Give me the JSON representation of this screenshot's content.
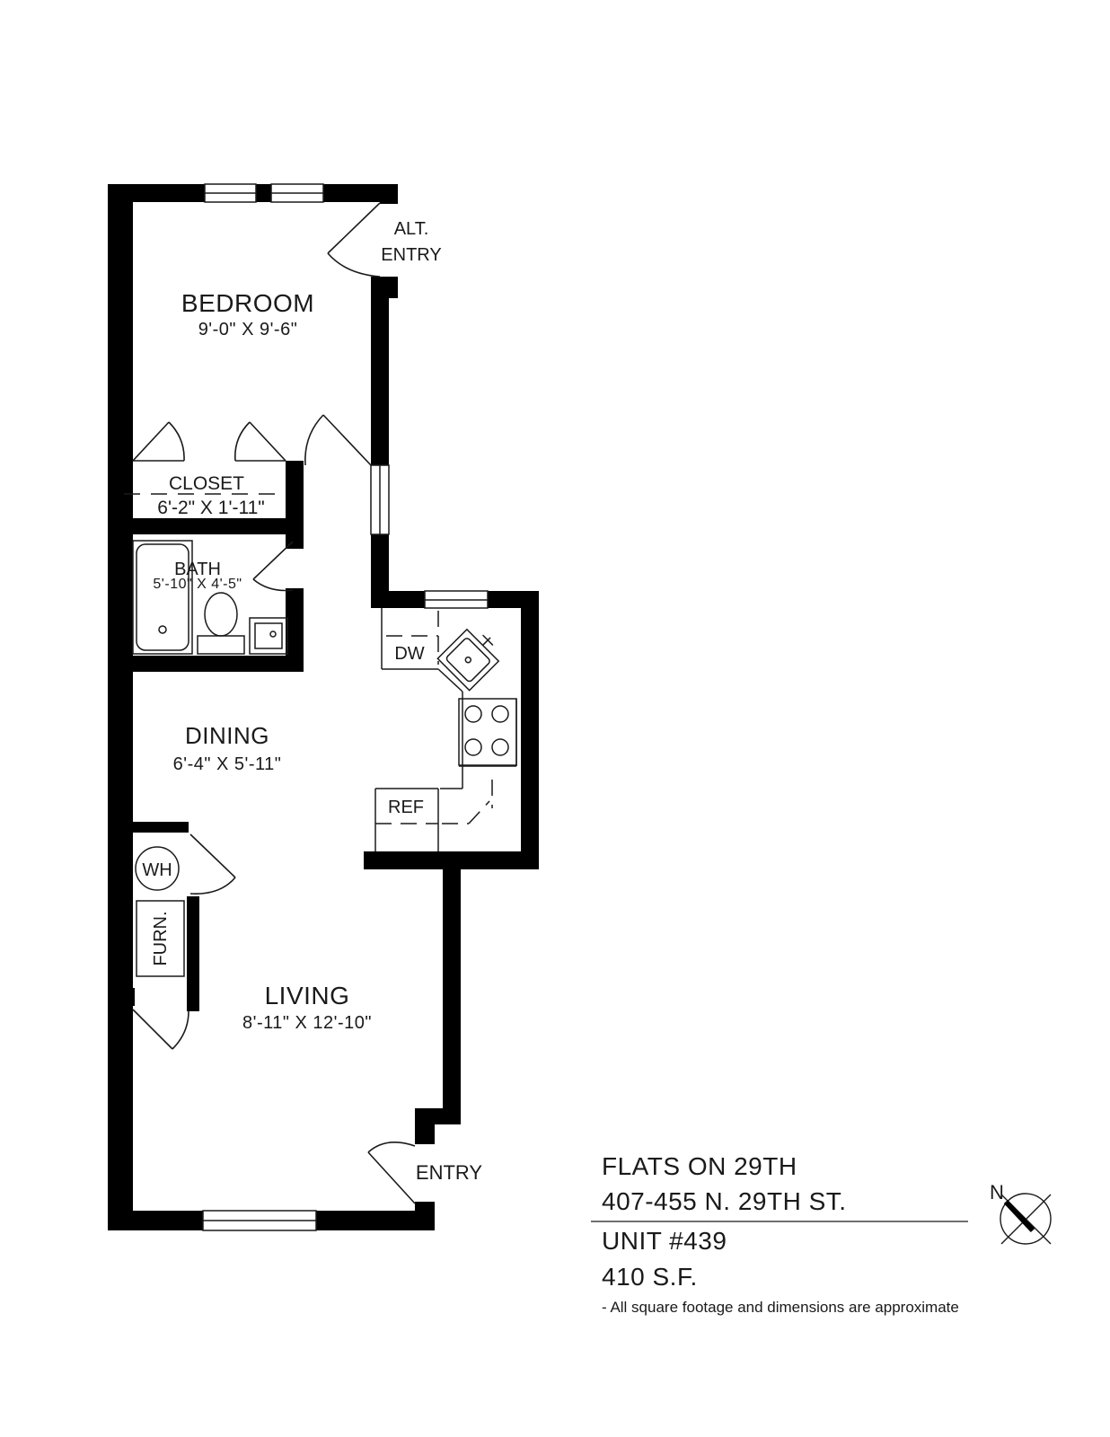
{
  "rooms": {
    "bedroom": {
      "name": "BEDROOM",
      "dims": "9'-0\" X 9'-6\""
    },
    "closet": {
      "name": "CLOSET",
      "dims": "6'-2\" X 1'-11\""
    },
    "bath": {
      "name": "BATH",
      "dims": "5'-10\" X 4'-5\""
    },
    "dining": {
      "name": "DINING",
      "dims": "6'-4\" X 5'-11\""
    },
    "living": {
      "name": "LIVING",
      "dims": "8'-11\" X 12'-10\""
    }
  },
  "labels": {
    "alt_entry_line1": "ALT.",
    "alt_entry_line2": "ENTRY",
    "entry": "ENTRY",
    "dishwasher": "DW",
    "refrigerator": "REF",
    "water_heater": "WH",
    "furnace": "FURN.",
    "north": "N"
  },
  "info": {
    "property_name": "FLATS ON 29TH",
    "address": "407-455 N. 29TH ST.",
    "unit": "UNIT #439",
    "area": "410 S.F.",
    "disclaimer": "- All square footage and dimensions are approximate"
  },
  "colors": {
    "wall": "#000000",
    "line": "#1a1a1a",
    "background": "#ffffff"
  }
}
